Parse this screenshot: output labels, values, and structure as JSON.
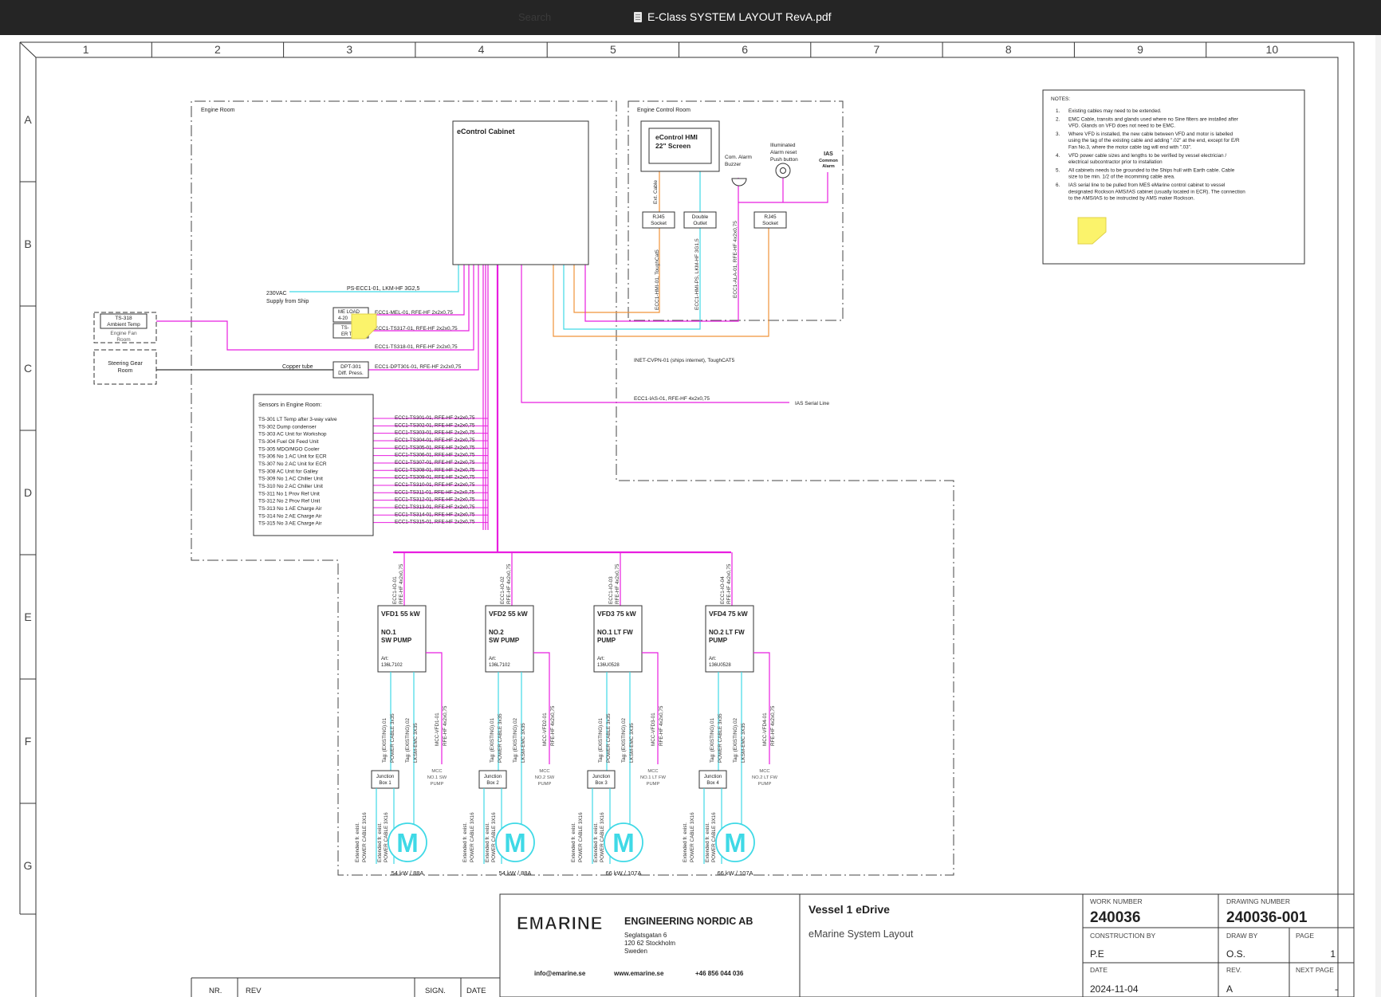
{
  "viewer": {
    "search_placeholder": "Search",
    "document_title": "E-Class SYSTEM LAYOUT RevA.pdf"
  },
  "grid": {
    "columns": [
      "1",
      "2",
      "3",
      "4",
      "5",
      "6",
      "7",
      "8",
      "9",
      "10"
    ],
    "rows": [
      "A",
      "B",
      "C",
      "D",
      "E",
      "F",
      "G"
    ]
  },
  "areas": {
    "engine_room": "Engine Room",
    "engine_control_room": "Engine Control Room"
  },
  "cabinet": {
    "label": "eControl Cabinet"
  },
  "hmi": {
    "line1": "eControl HMI",
    "line2": "22\" Screen",
    "alarm_buzzer": [
      "Com. Alarm",
      "Buzzer"
    ],
    "reset_button": [
      "Illuminated",
      "Alarm reset",
      "Push button"
    ],
    "ias_alarm": [
      "IAS",
      "Common",
      "Alarm"
    ],
    "rj45_left": [
      "RJ45",
      "Socket"
    ],
    "double_outlet": [
      "Double",
      "Outlet"
    ],
    "rj45_right": [
      "RJ45",
      "Socket"
    ],
    "ext_cable": "Ext. Cable",
    "cable_hmi": "ECC1-HMI-01, ToughCat5",
    "cable_hmi_ps": "ECC1-HMI-PS, LKM-HF 3G1,5",
    "cable_ala": "ECC1-ALA-01, RFE-HF 4x2x0,75"
  },
  "notes": {
    "title": "NOTES:",
    "items": [
      [
        "Existing cables may need to be extended."
      ],
      [
        "EMC Cable, transits and glands used where no Sine filters are installed after",
        "VFD. Glands on VFD does not need to be EMC."
      ],
      [
        "Where VFD is installed, the new cable between VFD and motor is labelled",
        "using the tag of the existing cable and adding \".02\" at the end, except for E/R",
        "Fan No.3, where the motor cable tag will end with \".03\"."
      ],
      [
        "VFD power cable sizes and lengths to be verified by vessel electrician /",
        "electrical subcontractor prior to installation"
      ],
      [
        "All cabinets needs to be grounded to the Ships hull with Earth cable. Cable",
        "size to be min. 1/2 of the incomming cable area."
      ],
      [
        "IAS serial line to be pulled from MES eMarine control cabinet to vessel",
        "designated Rockson AMS/IAS cabinet (usually located in ECR). The connection",
        "to the AMS/IAS to be instructed by AMS maker Rockson."
      ]
    ]
  },
  "supply": {
    "label1": "230VAC",
    "label2": "Supply from Ship",
    "cable": "PS-ECC1-01, LKM-HF 3G2,5"
  },
  "left_rooms": {
    "ts318": [
      "TS-318",
      "Ambient Temp"
    ],
    "fan_room": [
      "Engine Fan",
      "Room"
    ],
    "steering": [
      "Steering Gear",
      "Room"
    ]
  },
  "instruments": {
    "me_load": [
      "ME LOAD",
      "4-20"
    ],
    "ts_er": [
      "TS-",
      "ER T"
    ],
    "dpt": [
      "DPT-301",
      "Diff. Press."
    ],
    "copper_tube": "Copper tube",
    "cable_mel": "ECC1-MEL-01, RFE-HF 2x2x0,75",
    "cable_ts317": "ECC1-TS317-01, RFE-HF 2x2x0,75",
    "cable_ts318": "ECC1-TS318-01, RFE-HF 2x2x0,75",
    "cable_dpt": "ECC1-DPT301-01, RFE-HF 2x2x0,75",
    "cable_inet": "INET-CVPN-01 (ships internet), ToughCAT5",
    "cable_ias": "ECC1-IAS-01, RFE-HF 4x2x0,75",
    "ias_serial": "IAS Serial Line"
  },
  "sensors": {
    "title": "Sensors in Engine Room:",
    "items": [
      {
        "name": "TS-301 LT Temp after 3-way valve",
        "cable": "ECC1-TS301-01, RFE-HF 2x2x0,75"
      },
      {
        "name": "TS-302 Dump condenser",
        "cable": "ECC1-TS302-01, RFE-HF 2x2x0,75"
      },
      {
        "name": "TS-303 AC Unit for Workshop",
        "cable": "ECC1-TS303-01, RFE-HF 2x2x0,75"
      },
      {
        "name": "TS-304 Fuel Oil Feed Unit",
        "cable": "ECC1-TS304-01, RFE-HF 2x2x0,75"
      },
      {
        "name": "TS-305 MDO/MGO Cooler",
        "cable": "ECC1-TS305-01, RFE-HF 2x2x0,75"
      },
      {
        "name": "TS-306 No 1 AC Unit for ECR",
        "cable": "ECC1-TS306-01, RFE-HF 2x2x0,75"
      },
      {
        "name": "TS-307 No 2 AC Unit for ECR",
        "cable": "ECC1-TS307-01, RFE-HF 2x2x0,75"
      },
      {
        "name": "TS-308 AC Unit for Galley",
        "cable": "ECC1-TS308-01, RFE-HF 2x2x0,75"
      },
      {
        "name": "TS-309 No 1 AC Chiller Unit",
        "cable": "ECC1-TS309-01, RFE-HF 2x2x0,75"
      },
      {
        "name": "TS-310 No 2 AC Chiller Unit",
        "cable": "ECC1-TS310-01, RFE-HF 2x2x0,75"
      },
      {
        "name": "TS-311 No 1 Prov Ref Unit",
        "cable": "ECC1-TS311-01, RFE-HF 2x2x0,75"
      },
      {
        "name": "TS-312 No 2 Prov Ref Unit",
        "cable": "ECC1-TS312-01, RFE-HF 2x2x0,75"
      },
      {
        "name": "TS-313 No 1 AE Charge Air",
        "cable": "ECC1-TS313-01, RFE-HF 2x2x0,75"
      },
      {
        "name": "TS-314 No 2 AE Charge Air",
        "cable": "ECC1-TS314-01, RFE-HF 2x2x0,75"
      },
      {
        "name": "TS-315 No 3 AE Charge Air",
        "cable": "ECC1-TS315-01, RFE-HF 2x2x0,75"
      }
    ]
  },
  "vfds": [
    {
      "title": "VFD1 55 kW",
      "unit": [
        "NO.1",
        "SW PUMP"
      ],
      "art": [
        "Art:",
        "136L7102"
      ],
      "io_cable": [
        "ECC1-IO-01",
        "RFE-HF 4x2x0,75"
      ],
      "mcc_cable": [
        "MCC-VFD1-01",
        "RFE-HF 4x2x0,75"
      ],
      "mcc": [
        "MCC",
        "NO.1 SW",
        "PUMP"
      ],
      "tag1": [
        "Tag: (EXISTING).01",
        "POWER CABLE 3x35"
      ],
      "tag2": [
        "Tag: (EXISTING).02",
        "LKSM-EMC 3X35"
      ],
      "junction": [
        "Junction",
        "Box 1"
      ],
      "ext1": [
        "Extended fr. exist.",
        "POWER CABLE 3X16"
      ],
      "ext2": [
        "Extended fr. exist.",
        "POWER CABLE 3X16"
      ],
      "motor": "M",
      "rating": "54 kW / 88A"
    },
    {
      "title": "VFD2 55 kW",
      "unit": [
        "NO.2",
        "SW PUMP"
      ],
      "art": [
        "Art:",
        "136L7102"
      ],
      "io_cable": [
        "ECC1-IO-02",
        "RFE-HF 4x2x0,75"
      ],
      "mcc_cable": [
        "MCC-VFD2-01",
        "RFE-HF 4x2x0,75"
      ],
      "mcc": [
        "MCC",
        "NO.2 SW",
        "PUMP"
      ],
      "tag1": [
        "Tag: (EXISTING).01",
        "POWER CABLE 3x35"
      ],
      "tag2": [
        "Tag: (EXISTING).02",
        "LKSM-EMC 3X35"
      ],
      "junction": [
        "Junction",
        "Box 2"
      ],
      "ext1": [
        "Extended fr. exist.",
        "POWER CABLE 3X16"
      ],
      "ext2": [
        "Extended fr. exist.",
        "POWER CABLE 3X16"
      ],
      "motor": "M",
      "rating": "54 kW / 88A"
    },
    {
      "title": "VFD3 75 kW",
      "unit": [
        "NO.1 LT FW",
        "PUMP"
      ],
      "art": [
        "Art:",
        "136U0528"
      ],
      "io_cable": [
        "ECC1-IO-03",
        "RFE-HF 4x2x0,75"
      ],
      "mcc_cable": [
        "MCC-VFD3-01",
        "RFE-HF 4x2x0,75"
      ],
      "mcc": [
        "MCC",
        "NO.1 LT FW",
        "PUMP"
      ],
      "tag1": [
        "Tag: (EXISTING).01",
        "POWER CABLE 3x35"
      ],
      "tag2": [
        "Tag: (EXISTING).02",
        "LKSM-EMC 3X35"
      ],
      "junction": [
        "Junction",
        "Box 3"
      ],
      "ext1": [
        "Extended fr. exist.",
        "POWER CABLE 3X16"
      ],
      "ext2": [
        "Extended fr. exist.",
        "POWER CABLE 3X16"
      ],
      "motor": "M",
      "rating": "66 kW / 107A"
    },
    {
      "title": "VFD4 75 kW",
      "unit": [
        "NO.2 LT FW",
        "PUMP"
      ],
      "art": [
        "Art:",
        "136U0528"
      ],
      "io_cable": [
        "ECC1-IO-04",
        "RFE-HF 4x2x0,75"
      ],
      "mcc_cable": [
        "MCC-VFD4-01",
        "RFE-HF 4x2x0,75"
      ],
      "mcc": [
        "MCC",
        "NO.2 LT FW",
        "PUMP"
      ],
      "tag1": [
        "Tag: (EXISTING).01",
        "POWER CABLE 3x35"
      ],
      "tag2": [
        "Tag: (EXISTING).02",
        "LKSM-EMC 3X35"
      ],
      "junction": [
        "Junction",
        "Box 4"
      ],
      "ext1": [
        "Extended fr. exist.",
        "POWER CABLE 3X16"
      ],
      "ext2": [
        "Extended fr. exist.",
        "POWER CABLE 3X16"
      ],
      "motor": "M",
      "rating": "66 kW / 107A"
    }
  ],
  "title_block": {
    "logo": "EMARINE",
    "company": "ENGINEERING NORDIC AB",
    "address": [
      "Seglatsgatan 6",
      "120 62 Stockholm",
      "Sweden"
    ],
    "email": "info@emarine.se",
    "web": "www.emarine.se",
    "phone": "+46 856 044 036",
    "vessel": "Vessel 1 eDrive",
    "subtitle": "eMarine System Layout",
    "work_number_label": "WORK NUMBER",
    "work_number": "240036",
    "drawing_number_label": "DRAWING NUMBER",
    "drawing_number": "240036-001",
    "construction_label": "CONSTRUCTION BY",
    "construction": "P.E",
    "draw_by_label": "DRAW BY",
    "draw_by": "O.S.",
    "page_label": "PAGE",
    "page": "1",
    "date_label": "DATE",
    "date": "2024-11-04",
    "rev_label": "REV.",
    "rev": "A",
    "next_page_label": "NEXT PAGE",
    "next_page": "-"
  },
  "revision_table": {
    "nr": "NR.",
    "rev": "REV",
    "sign": "SIGN.",
    "date": "DATE"
  },
  "colors": {
    "magenta": "#e81ee0",
    "cyan": "#3fd9e6",
    "orange": "#f0933a",
    "sticky": "#fbf36b",
    "frame": "#333333"
  },
  "icons": [
    "pdf-file-icon",
    "sticky-note-icon",
    "motor-icon",
    "alarm-buzzer-icon",
    "push-button-icon"
  ]
}
